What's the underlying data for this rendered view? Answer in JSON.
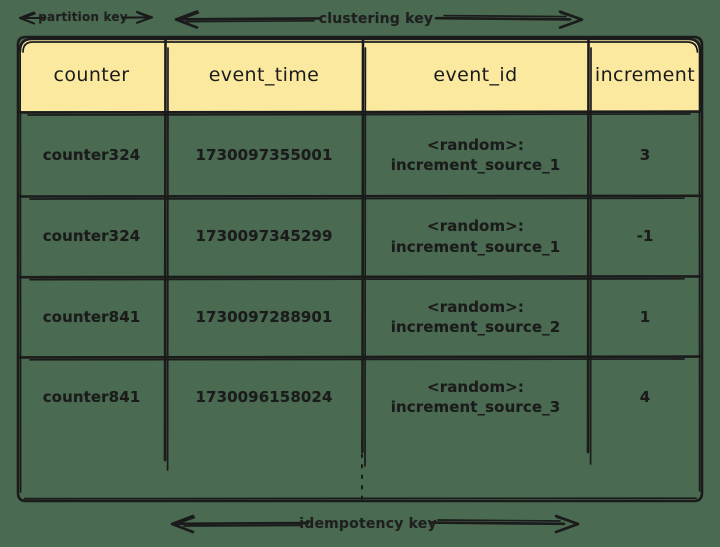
{
  "diagram": {
    "title": "Counter table schema with idempotency key",
    "background_color": "#4a6b52",
    "header_fill": "#fbe9a0",
    "stroke_color": "#1b1b1b"
  },
  "annotations": {
    "partition_key": "partition key",
    "clustering_key": "clustering key",
    "idempotency_key": "idempotency key"
  },
  "table": {
    "columns": [
      {
        "name": "counter"
      },
      {
        "name": "event_time"
      },
      {
        "name": "event_id"
      },
      {
        "name": "increment"
      }
    ],
    "rows": [
      {
        "counter": "counter324",
        "event_time": "1730097355001",
        "event_id_line1": "<random>:",
        "event_id_line2": "increment_source_1",
        "increment": "3"
      },
      {
        "counter": "counter324",
        "event_time": "1730097345299",
        "event_id_line1": "<random>:",
        "event_id_line2": "increment_source_1",
        "increment": "-1"
      },
      {
        "counter": "counter841",
        "event_time": "1730097288901",
        "event_id_line1": "<random>:",
        "event_id_line2": "increment_source_2",
        "increment": "1"
      },
      {
        "counter": "counter841",
        "event_time": "1730096158024",
        "event_id_line1": "<random>:",
        "event_id_line2": "increment_source_3",
        "increment": "4"
      }
    ],
    "continuation": "vertical-dotted-ellipsis"
  }
}
